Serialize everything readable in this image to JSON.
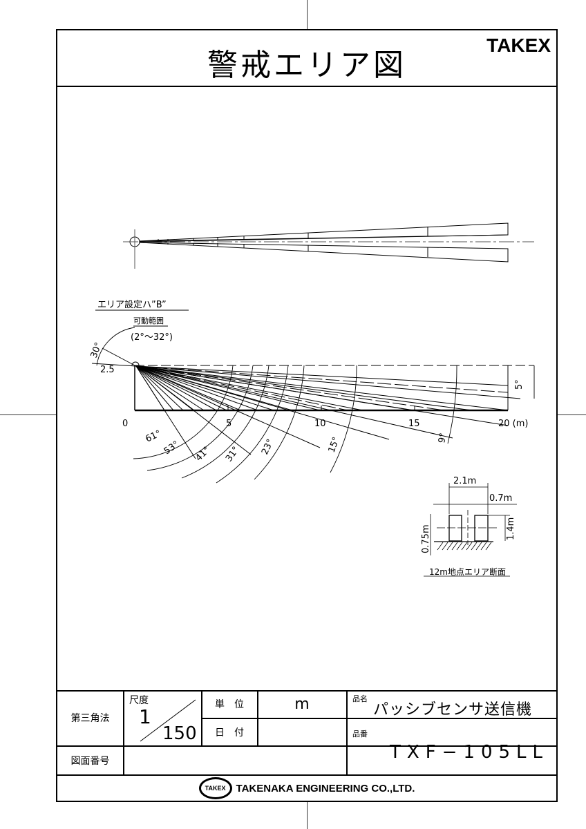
{
  "header": {
    "title": "警戒エリア図",
    "brand": "TAKEX"
  },
  "top_view": {
    "description": "Plan view of two detection beams from sensor origin"
  },
  "side_view": {
    "area_setting_label": "エリア設定ハ”B”",
    "movable_range_label": "可動範囲",
    "movable_range_value": "(2°〜32°)",
    "tilt_angle": "30°",
    "mount_height": "2.5",
    "vertical_spread": "5°",
    "x_axis": {
      "ticks": [
        "0",
        "5",
        "10",
        "15",
        "20 (m)"
      ]
    },
    "angles": [
      "61°",
      "53°",
      "41°",
      "31°",
      "23°",
      "15°",
      "9°"
    ]
  },
  "cross_section": {
    "width_total": "2.1m",
    "gap": "0.7m",
    "height_bottom": "0.75m",
    "height_beam": "1.4m",
    "caption": "12m地点エリア断面"
  },
  "title_block": {
    "projection": "第三角法",
    "scale_label": "尺度",
    "scale_num": "1",
    "scale_den": "150",
    "unit_label": "単　位",
    "unit_value": "m",
    "date_label": "日　付",
    "date_value": "",
    "drawing_no_label": "図面番号",
    "drawing_no_value": "",
    "product_name_label": "品名",
    "product_name": "パッシブセンサ送信機",
    "product_no_label": "品番",
    "product_no": "TXF−105LL",
    "logo_text": "TAKEX",
    "company": "TAKENAKA ENGINEERING CO.,LTD."
  }
}
